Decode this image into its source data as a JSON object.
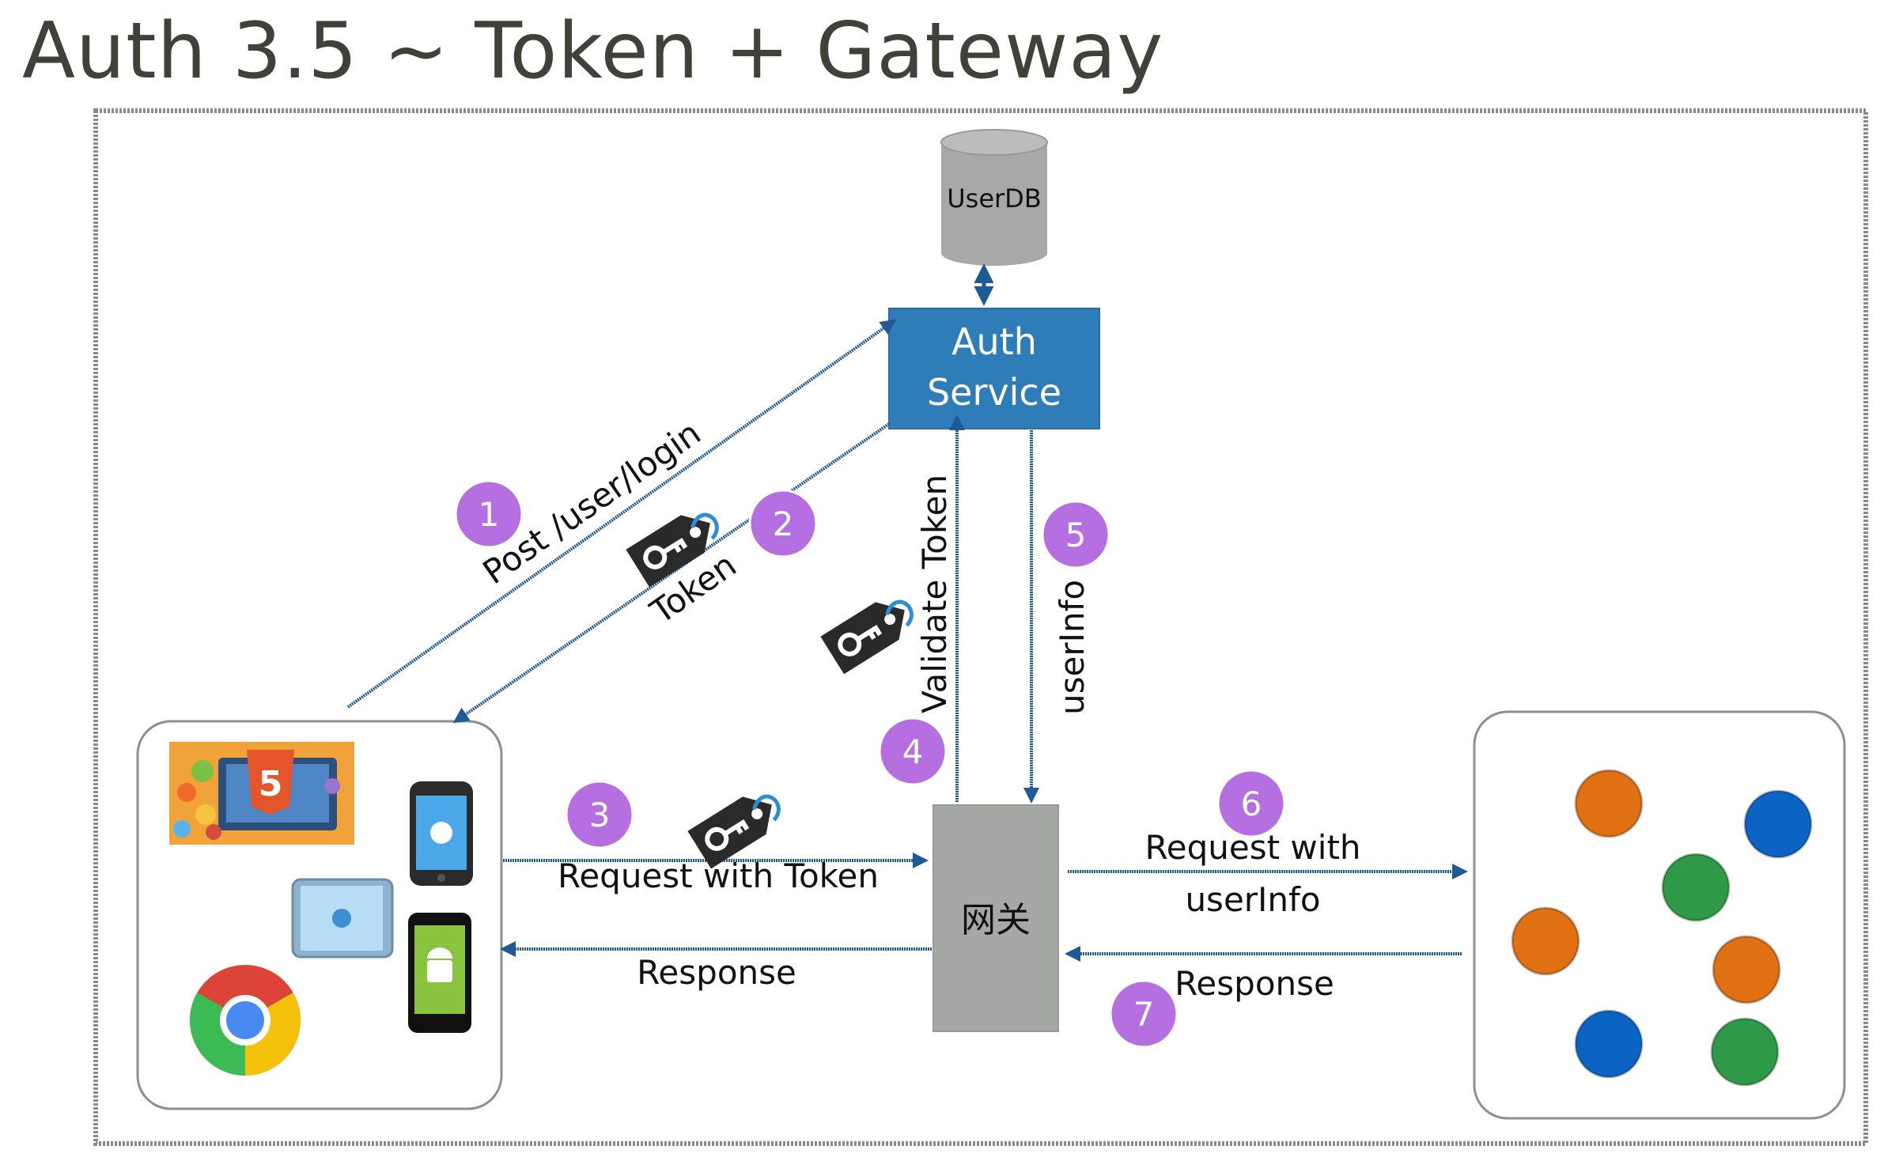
{
  "title": "Auth 3.5 ~ Token + Gateway",
  "nodes": {
    "userdb": "UserDB",
    "auth_line1": "Auth",
    "auth_line2": "Service",
    "gateway": "网关"
  },
  "labels": {
    "post_login": "Post /user/login",
    "token": "Token",
    "validate_token": "Validate Token",
    "userinfo": "userInfo",
    "request_with_token": "Request with Token",
    "response_left": "Response",
    "request_userinfo_line1": "Request with",
    "request_userinfo_line2": "userInfo",
    "response_right": "Response"
  },
  "steps": [
    "1",
    "2",
    "3",
    "4",
    "5",
    "6",
    "7"
  ],
  "icons": {
    "html5_badge": "5",
    "clients": [
      "html5-collage-icon",
      "iphone-icon",
      "ipad-icon",
      "android-phone-icon",
      "chrome-icon"
    ],
    "token": "key-tag-icon",
    "services": "service-dot-icon"
  },
  "colors": {
    "title": "#3e4239",
    "arrow": "#1f5a96",
    "auth_service": "#2f7db8",
    "gateway": "#a6a8a6",
    "userdb": "#a8a8a8",
    "step_circle": "#b56fe0",
    "key_tag": "#2a2a2a",
    "service_orange": "#e07012",
    "service_blue": "#0b63c4",
    "service_green": "#2e9a47",
    "frame": "#8a8a8a"
  }
}
